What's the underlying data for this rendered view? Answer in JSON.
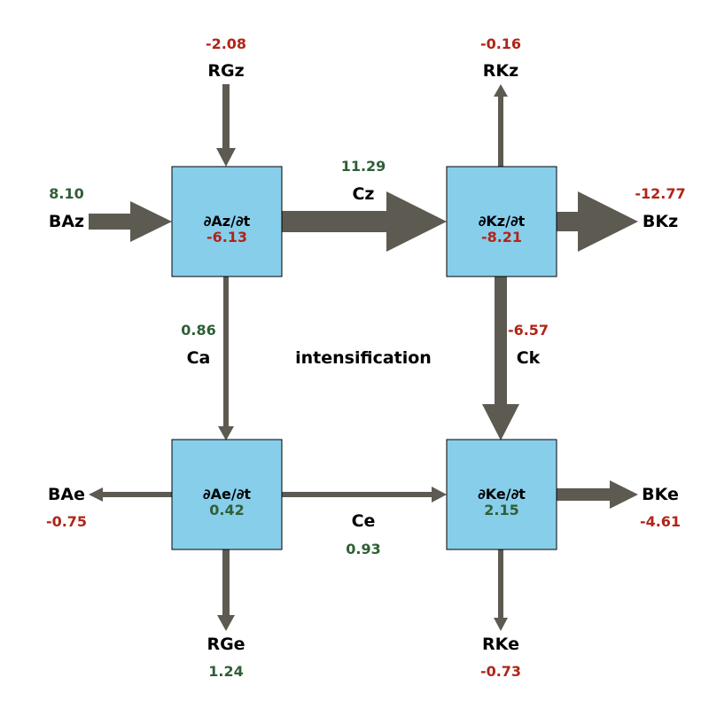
{
  "colors": {
    "positive": "#2f5f35",
    "negative": "#b22418",
    "box": "#87ceeb",
    "arrow": "#5d5a52"
  },
  "center_label": "intensification",
  "boxes": {
    "az": {
      "label": "∂Az/∂t",
      "value": "-6.13",
      "sign": "negative"
    },
    "kz": {
      "label": "∂Kz/∂t",
      "value": "-8.21",
      "sign": "negative"
    },
    "ae": {
      "label": "∂Ae/∂t",
      "value": "0.42",
      "sign": "positive"
    },
    "ke": {
      "label": "∂Ke/∂t",
      "value": "2.15",
      "sign": "positive"
    }
  },
  "flows": {
    "rgz": {
      "label": "RGz",
      "value": "-2.08",
      "sign": "negative"
    },
    "rkz": {
      "label": "RKz",
      "value": "-0.16",
      "sign": "negative"
    },
    "baz": {
      "label": "BAz",
      "value": "8.10",
      "sign": "positive"
    },
    "bkz": {
      "label": "BKz",
      "value": "-12.77",
      "sign": "negative"
    },
    "cz": {
      "label": "Cz",
      "value": "11.29",
      "sign": "positive"
    },
    "ca": {
      "label": "Ca",
      "value": "0.86",
      "sign": "positive"
    },
    "ck": {
      "label": "Ck",
      "value": "-6.57",
      "sign": "negative"
    },
    "bae": {
      "label": "BAe",
      "value": "-0.75",
      "sign": "negative"
    },
    "bke": {
      "label": "BKe",
      "value": "-4.61",
      "sign": "negative"
    },
    "ce": {
      "label": "Ce",
      "value": "0.93",
      "sign": "positive"
    },
    "rge": {
      "label": "RGe",
      "value": "1.24",
      "sign": "positive"
    },
    "rke": {
      "label": "RKe",
      "value": "-0.73",
      "sign": "negative"
    }
  }
}
